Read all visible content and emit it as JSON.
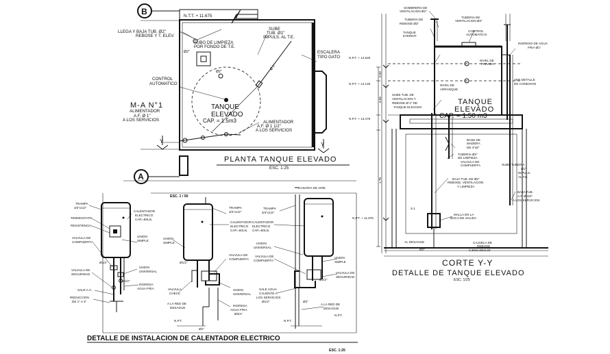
{
  "plan": {
    "marker_b": "B",
    "marker_a": "A",
    "ntt": "N.T.T. + 11.675",
    "llega_line1": "LLEGA Y BAJA TUB. Ø2\"",
    "llega_line2": "REBOSE Y T. ELEV.",
    "limpieza_line1": "TUBO DE LIMPIEZA",
    "limpieza_line2": "POR FONDO DE T.E.",
    "sube_line1": "SUBE",
    "sube_line2": "TUB. Ø1\"",
    "sube_line3": "IMPULS. AL T.E.",
    "escalera_line1": "ESCALERA",
    "escalera_line2": "TIPO GATO",
    "control_line1": "CONTROL",
    "control_line2": "AUTOMATICO",
    "dim_2": "Ø2\"",
    "dim_1": "Ø 1\"",
    "tank_line1": "TANQUE",
    "tank_line2": "ELEVADO",
    "cap": "CAP. = 1.5m3",
    "alim_line1": "ALIMENTADOR",
    "alim_line2": "A.F. Ø 1 1/2\"",
    "alim_line3": "A LOS SERVICIOS",
    "ma_title": "M-A N°1",
    "ma_line1": "ALIMENTADOR",
    "ma_line2": "A.F. Ø 1\"",
    "ma_line3": "A LOS SERVICIOS",
    "y_left": "Y",
    "y_right": "Y",
    "title": "PLANTA TANQUE ELEVADO",
    "scale": "ESC. 1:25"
  },
  "section": {
    "l_sombrero": "SOMBRERO DE",
    "l_sombrero2": "VENTILACION Ø2\"",
    "l_tuberia_vent": "TUBERIA DE",
    "l_tuberia_vent2": "VENTILACION Ø2\"",
    "l_tuberia_rebose": "TUBERIA DE",
    "l_tuberia_rebose2": "REBOSE Ø2\"",
    "l_control": "CONTROL",
    "l_control2": "AUTOMATICO",
    "l_tanque": "TANQUE",
    "l_tanque2": "ETERNIT",
    "l_ingreso": "INGRESO DE AGUA",
    "l_ingreso2": "FRIA Ø1\"",
    "npt_14625": "N.P.T. + 14.625",
    "npt_14125": "N.P.T. + 14.125",
    "npt_13475": "N.P.T. + 13.475",
    "npt_11675": "N.P.T. + 11.675",
    "nivel_parada": "NIVEL DE",
    "nivel_parada2": "PARADA",
    "nivel_arranque": "NIVEL DE",
    "nivel_arranque2": "ARRANQUE",
    "ver_detalle": "VER DETALLE",
    "ver_detalle2": "DE CONEXION",
    "sube_tub": "SUBE TUB. DE",
    "sube_tub2": "VENTILACION Y",
    "sube_tub3": "REBOSE Ø 2\" DE",
    "sube_tub4": "TANQUE ELEVADO",
    "tank_line1": "TANQUE",
    "tank_line2": "ELEVADO",
    "cap": "CAP. = 1.50 m3",
    "base_madera": "BASE DE",
    "base_madera2": "MADERA",
    "base_madera3": "DE 4\"x8\"",
    "tuberia_limpieza": "TUBERIA Ø2\"",
    "tuberia_limpieza2": "DE LIMPIEZA",
    "valvula": "VALVULA DE",
    "valvula2": "COMPUERTA",
    "sube_tuberia": "SUBE TUBERIA",
    "sube_tuberia2": "Ø1\"",
    "sube_tuberia3": "IMPULS.",
    "sube_tuberia4": "AL T.E.",
    "baja_tub": "BAJA TUB. DE Ø2\"",
    "baja_tub2": "REBOSE, VENTILACION",
    "baja_tub3": "Y LIMPIEZA",
    "baja_tub_r": "BAJA TUB.",
    "baja_tub_r2": "A.F. Ø 3/4\"",
    "baja_tub_r3": "A LOS SERVICIOS",
    "malla": "MALLA EN LA",
    "malla2": "BOCA DE SALIDA",
    "al_desague": "AL DESAGUE",
    "al_desague2": "Ø2\"",
    "cajuela": "CAJUELA DE",
    "cajuela2": "REBOSE",
    "cajuela3": "0.30x0.30x0.20",
    "dim_050": "0.50",
    "dim_065": "0.65",
    "dim_178": "1.78",
    "dim_s1": "S.1",
    "title_line1": "CORTE Y-Y",
    "title_line2": "DETALLE DE TANQUE ELEVADO",
    "scale": "ESC. 1/25"
  },
  "heater": {
    "esc_top": "ESC. 1 / 50",
    "ganaria": "GANARIA DE AIRE",
    "l_trampa": "TRAMPA",
    "l_trampa2": "3/4\"x1/2\"",
    "l_calentador": "CALENTADOR",
    "l_calentador2": "ELECTRICO",
    "l_calentador3": "CAP.=60Lts.",
    "l_termostato": "TERMOSTATO",
    "l_resistencia": "RESISTENCIA",
    "l_union_simple": "UNION",
    "l_union_simple2": "SIMPLE",
    "l_valvula_compuerta": "VALVULA DE",
    "l_valvula_compuerta2": "COMPUERTA",
    "l_union_universal": "UNION",
    "l_union_universal2": "UNIVERSAL",
    "l_valvula_seguridad": "VALVULA DE",
    "l_valvula_seguridad2": "SEGURIDAD",
    "l_ingresa": "INGRESA",
    "l_ingresa2": "AGUA FRIA",
    "l_sale": "SALE A.C.",
    "l_reduccion": "REDUCCION",
    "l_reduccion2": "DE 1\" A 3\"",
    "l_valvula_check": "VALVULA",
    "l_valvula_check2": "CHECK",
    "l_red_desague": "A LA RED DE",
    "l_red_desague2": "DESAGUE",
    "l_ingresa_fria": "INGRESA",
    "l_ingresa_fria2": "AGUA FRIA",
    "l_ingresa_fria3": "Ø3/4\"",
    "l_sale_caliente": "SALE AGUA",
    "l_sale_caliente2": "CALIENTE A",
    "l_sale_caliente3": "LOS SERVICIOS",
    "l_sale_caliente4": "Ø1/2\"",
    "d_12": "Ø1/2\"",
    "d_2": "Ø2\"",
    "npt": "N.P.T.",
    "title": "DETALLE DE INSTALACION DE CALENTADOR ELECTRICO",
    "scale": "ESC. 1:25"
  }
}
